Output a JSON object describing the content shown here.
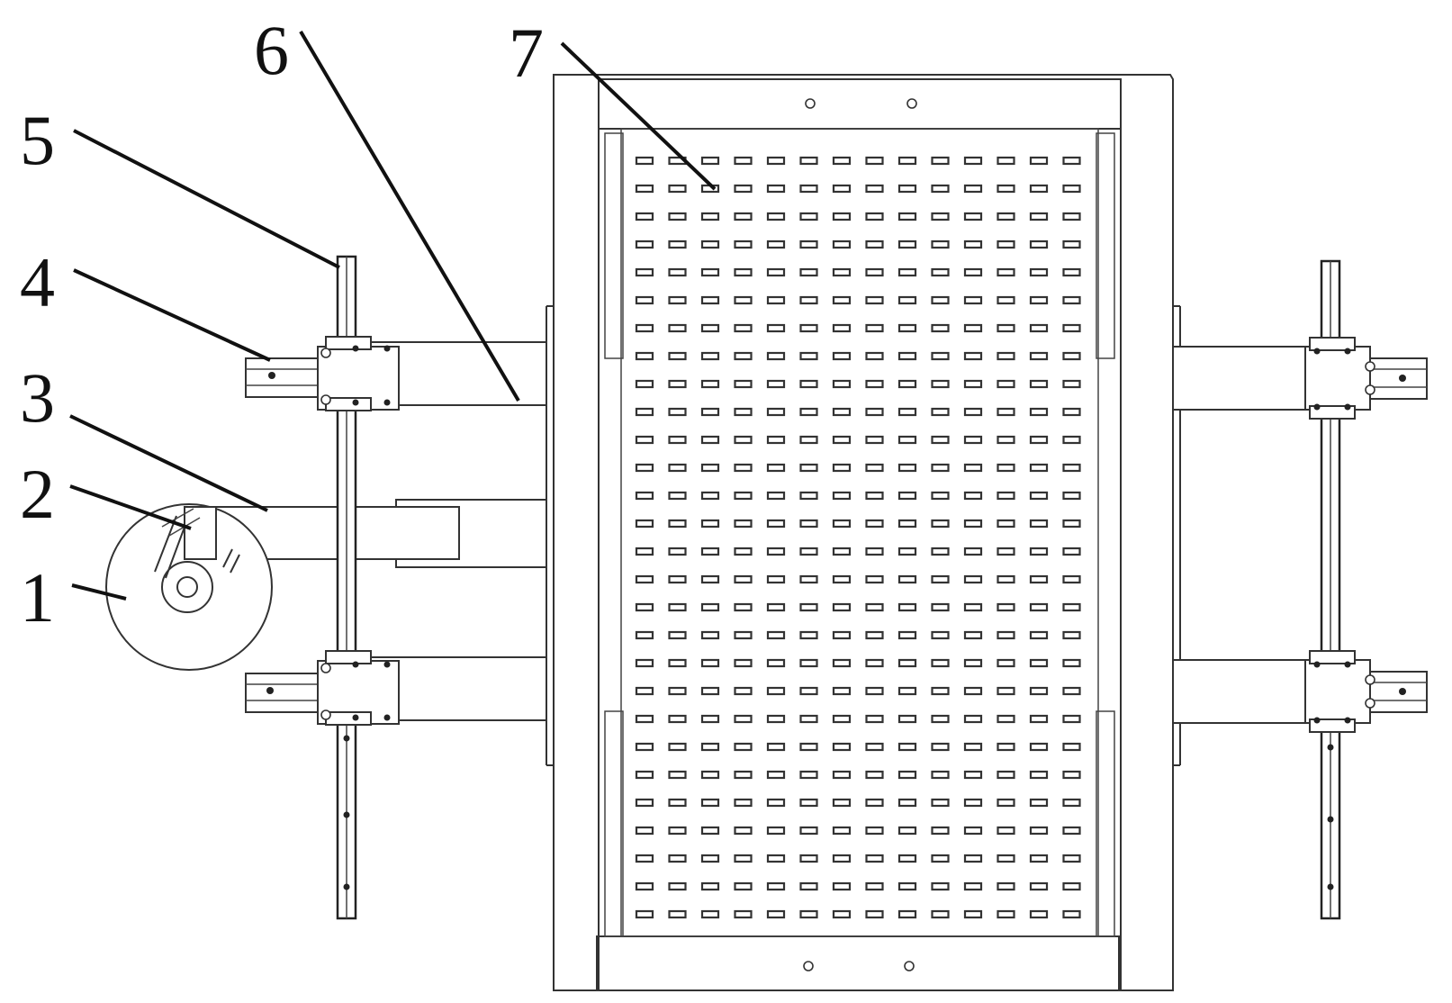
{
  "diagram": {
    "callouts": [
      {
        "id": "1",
        "label": "1"
      },
      {
        "id": "2",
        "label": "2"
      },
      {
        "id": "3",
        "label": "3"
      },
      {
        "id": "4",
        "label": "4"
      },
      {
        "id": "5",
        "label": "5"
      },
      {
        "id": "6",
        "label": "6"
      },
      {
        "id": "7",
        "label": "7"
      }
    ],
    "perforated_plate": {
      "rows": 28,
      "columns": 14
    },
    "colors": {
      "line": "#333333",
      "label": "#111111",
      "background": "#ffffff"
    }
  }
}
